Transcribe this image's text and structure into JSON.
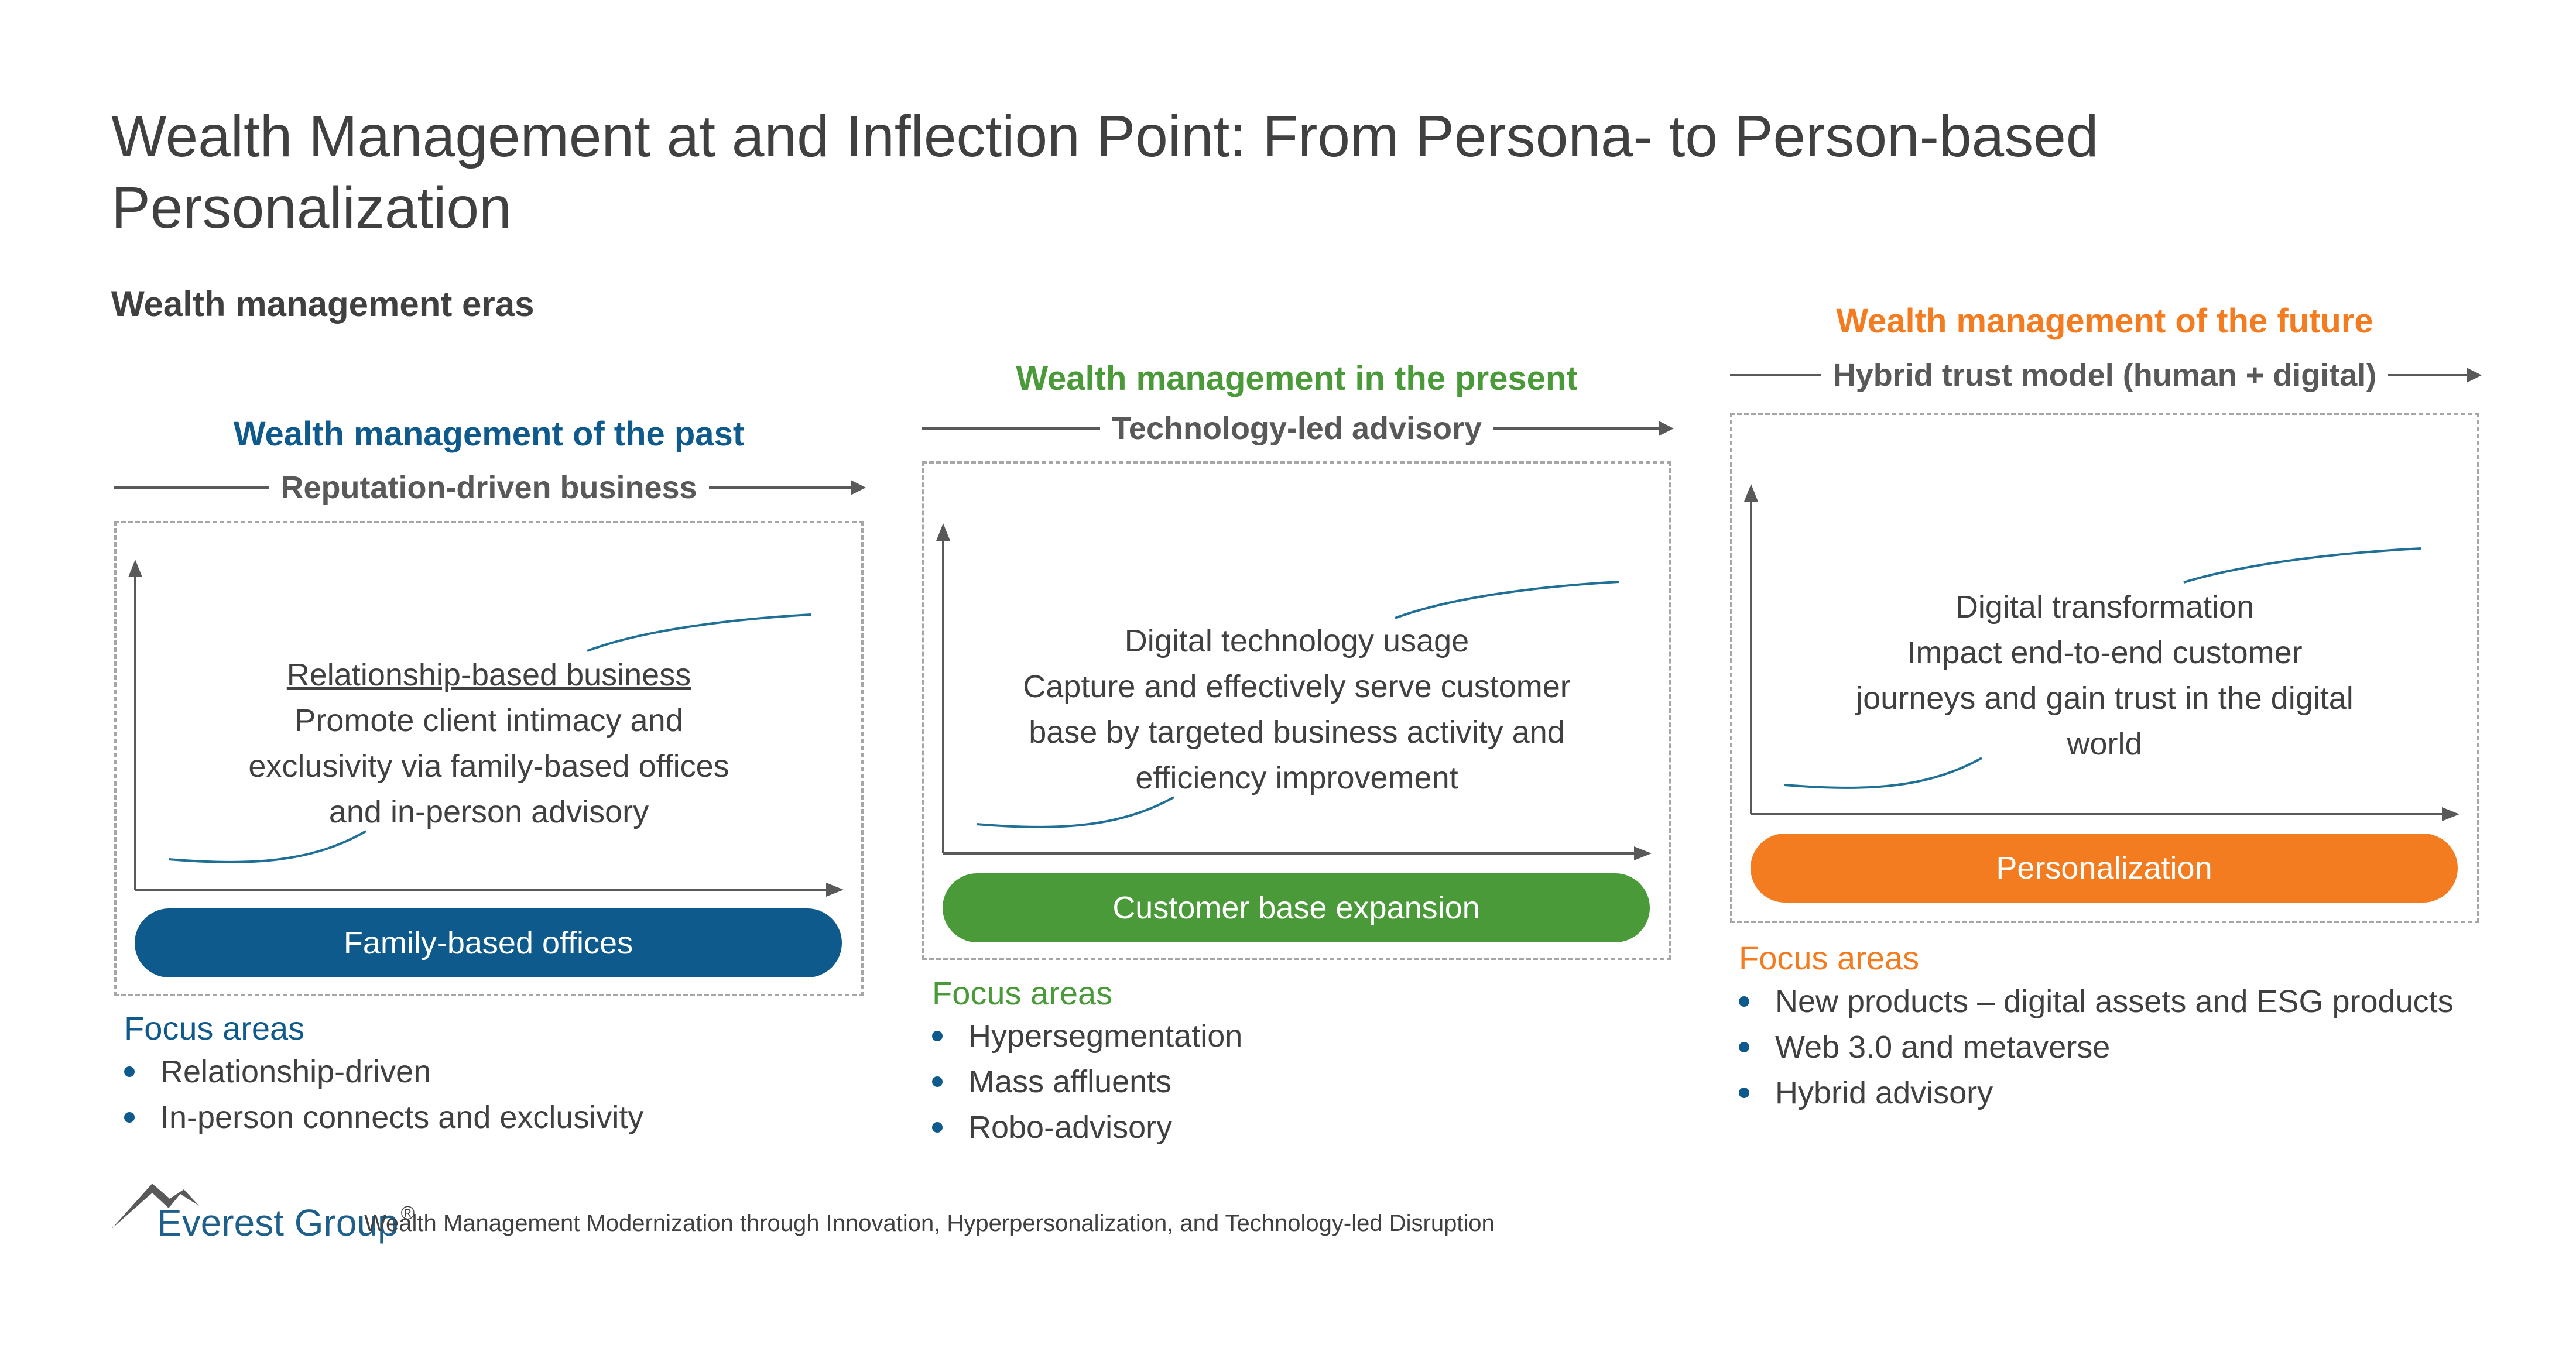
{
  "title": "Wealth Management at and Inflection Point: From Persona- to Person-based Personalization",
  "subtitle": "Wealth management eras",
  "colors": {
    "past": "#0f5a8c",
    "present": "#4a9a3a",
    "future": "#f47c20",
    "curve": "#1f6f96",
    "axis": "#595959"
  },
  "eras": [
    {
      "title": "Wealth management of the past",
      "arrow_label": "Reputation-driven business",
      "heading": "Relationship-based business",
      "body": "Promote client intimacy and exclusivity via family-based offices and in-person advisory",
      "pill": "Family-based offices",
      "focus_title": "Focus areas",
      "focus": [
        "Relationship-driven",
        "In-person connects and exclusivity"
      ]
    },
    {
      "title": "Wealth management in the present",
      "arrow_label": "Technology-led advisory",
      "heading": "Digital technology usage",
      "body": "Capture and effectively serve customer base by targeted business activity and efficiency improvement",
      "pill": "Customer base expansion",
      "focus_title": "Focus areas",
      "focus": [
        "Hypersegmentation",
        "Mass affluents",
        "Robo-advisory"
      ]
    },
    {
      "title": "Wealth management of the future",
      "arrow_label": "Hybrid trust model (human + digital)",
      "heading": "Digital transformation",
      "body": "Impact end-to-end customer journeys and gain trust in the digital world",
      "pill": "Personalization",
      "focus_title": "Focus areas",
      "focus": [
        "New products – digital assets and ESG products",
        "Web 3.0 and metaverse",
        "Hybrid advisory"
      ]
    }
  ],
  "footer": {
    "logo": "Everest Group",
    "registered": "®",
    "text": "Wealth Management Modernization through Innovation, Hyperpersonalization, and Technology-led Disruption"
  }
}
